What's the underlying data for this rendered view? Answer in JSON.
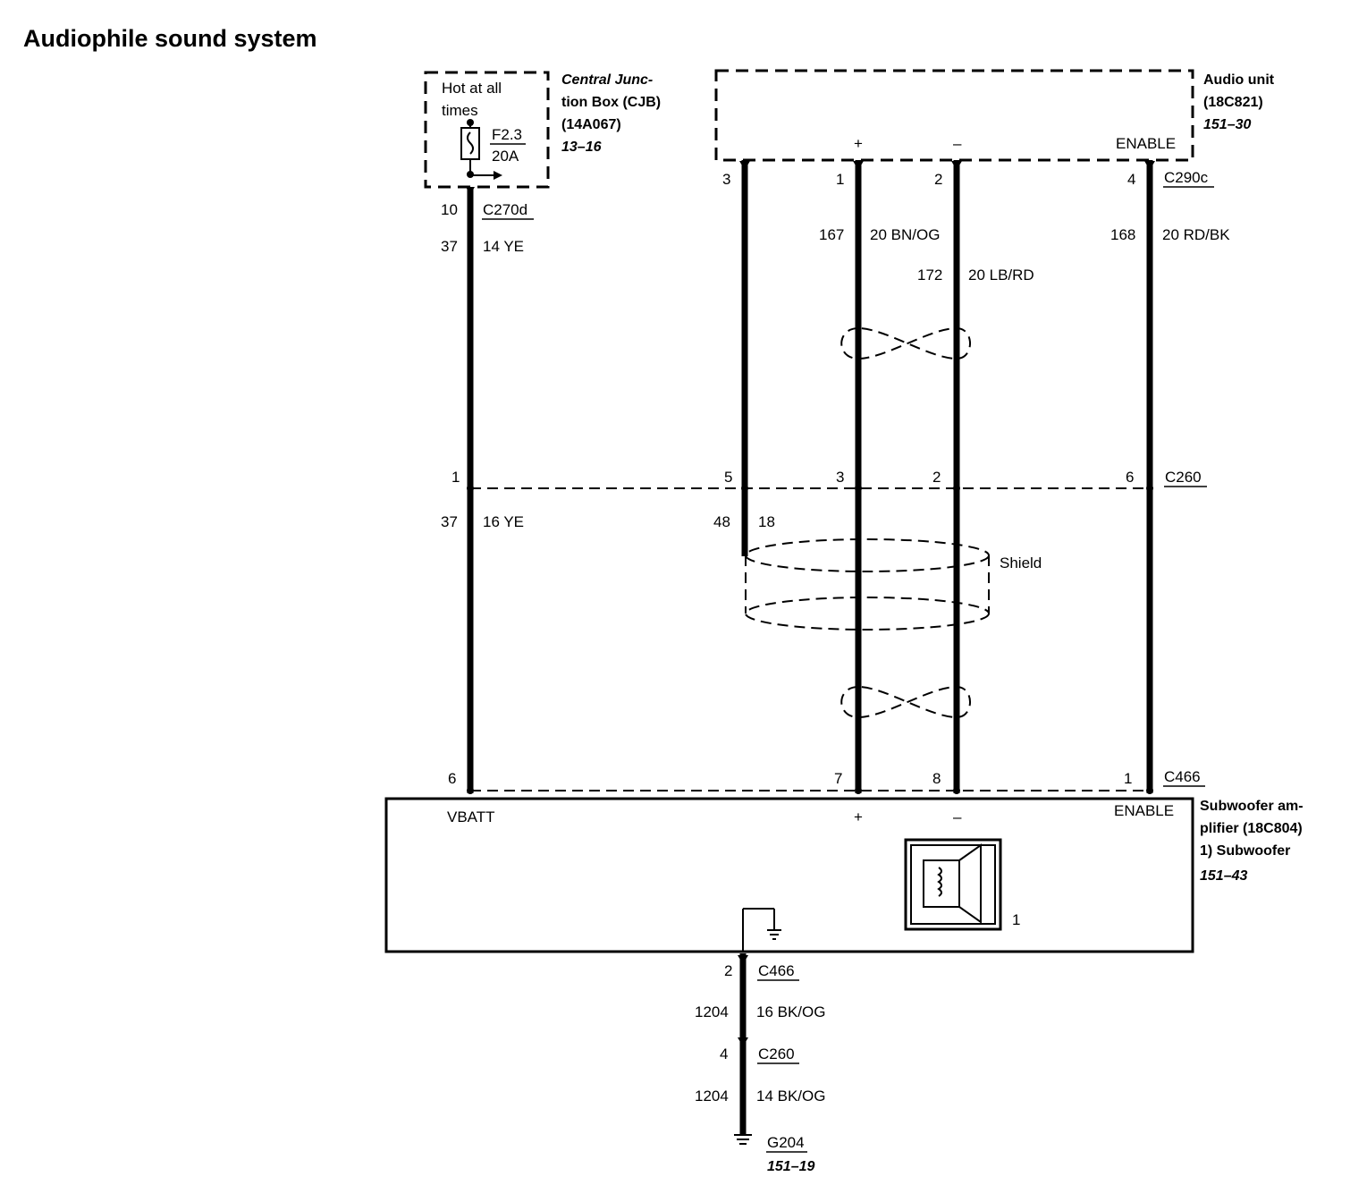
{
  "title": "Audiophile sound system",
  "cjb": {
    "name_line1": "Central Junc-",
    "name_line2": "tion Box (CJB)",
    "part": "(14A067)",
    "ref": "13–16",
    "hot_line1": "Hot at all",
    "hot_line2": "times",
    "fuse": "F2.3",
    "fuse_rating": "20A"
  },
  "audio_unit": {
    "name": "Audio unit",
    "part": "(18C821)",
    "ref": "151–30",
    "pin_plus": "+",
    "pin_minus": "–",
    "pin_enable": "ENABLE"
  },
  "subwoofer": {
    "name_line1": "Subwoofer am-",
    "name_line2": "plifier (18C804)",
    "name_line3": "1)  Subwoofer",
    "ref": "151–43",
    "pin_vbatt": "VBATT",
    "pin_plus": "+",
    "pin_minus": "–",
    "pin_enable": "ENABLE",
    "speaker_label": "1"
  },
  "connectors": {
    "c270d": "C270d",
    "c290c": "C290c",
    "c260": "C260",
    "c466": "C466",
    "c466_b": "C466",
    "c260_b": "C260",
    "g204": "G204",
    "g204_ref": "151–19"
  },
  "pins": {
    "cjb_10": "10",
    "au_3": "3",
    "au_1": "1",
    "au_2": "2",
    "au_4": "4",
    "c260_1": "1",
    "c260_5": "5",
    "c260_3": "3",
    "c260_2": "2",
    "c260_6": "6",
    "c466_6": "6",
    "c466_7": "7",
    "c466_8": "8",
    "c466_1": "1",
    "gnd_2": "2",
    "gnd_4": "4"
  },
  "circuits": {
    "w37_top_num": "37",
    "w37_top_spec": "14 YE",
    "w167_num": "167",
    "w167_spec": "20 BN/OG",
    "w172_num": "172",
    "w172_spec": "20 LB/RD",
    "w168_num": "168",
    "w168_spec": "20 RD/BK",
    "w37_bot_num": "37",
    "w37_bot_spec": "16 YE",
    "w48_num": "48",
    "w48_spec": "18",
    "shield": "Shield",
    "g1_num": "1204",
    "g1_spec": "16 BK/OG",
    "g2_num": "1204",
    "g2_spec": "14 BK/OG"
  }
}
